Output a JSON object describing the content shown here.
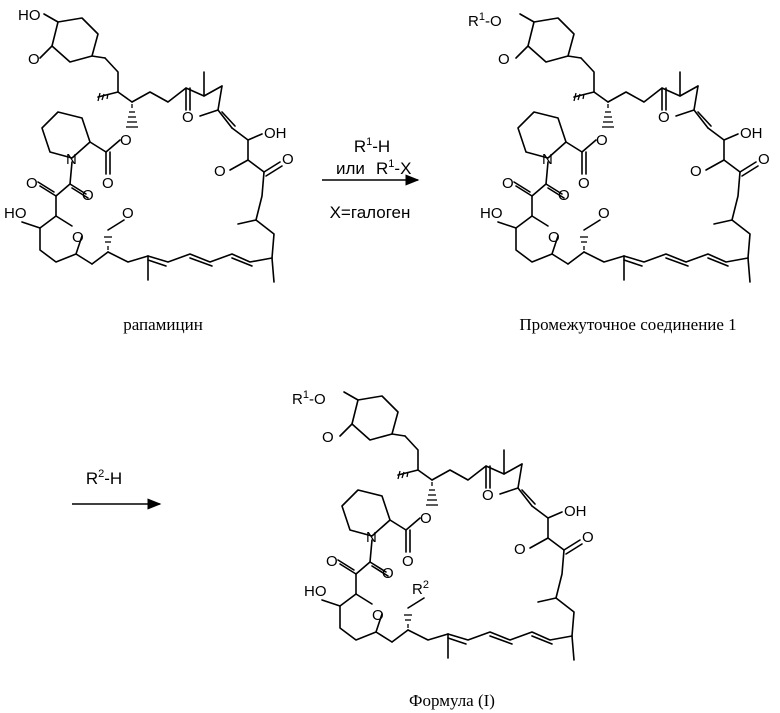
{
  "captions": {
    "rapamycin": "рапамицин",
    "intermediate": "Промежуточное соединение 1",
    "formula": "Формула (I)"
  },
  "step1": {
    "reagent1": "R1-H",
    "or": "или",
    "reagent2": "R1-X",
    "note": "X=галоген"
  },
  "step2": {
    "reagent": "R2-H"
  },
  "atoms": {
    "ho": "HO",
    "oh": "OH",
    "o": "O",
    "n": "N",
    "r1": "R1",
    "r2": "R2"
  }
}
